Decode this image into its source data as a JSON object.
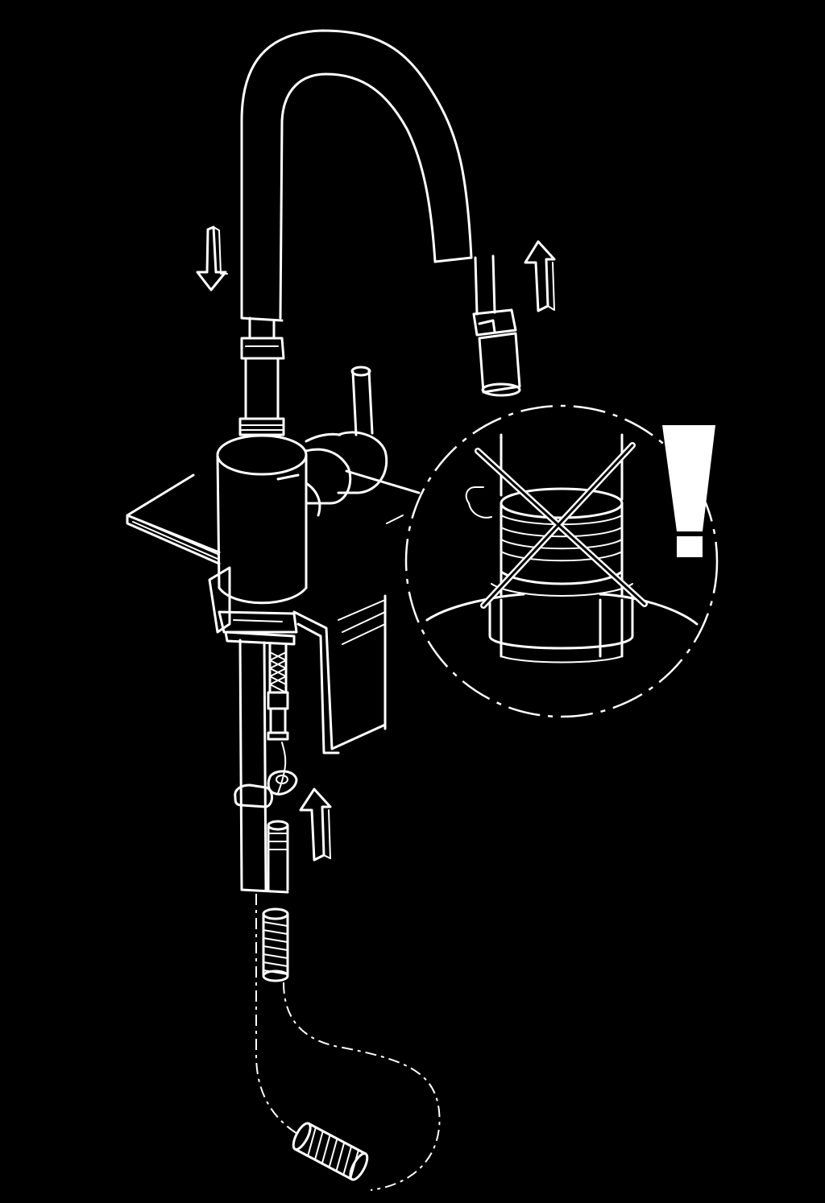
{
  "diagram": {
    "parts": [
      "spout-hose",
      "connector",
      "lever-handle",
      "faucet-body",
      "countertop",
      "sink-basin",
      "mounting-nut",
      "threaded-shank",
      "hose-guide-clip",
      "hose-weight-spring",
      "hose-loop"
    ],
    "arrows": [
      {
        "id": "arrow-down",
        "direction": "down"
      },
      {
        "id": "arrow-up-right",
        "direction": "up"
      },
      {
        "id": "arrow-up-bottom",
        "direction": "up"
      }
    ],
    "detail_callout": {
      "meaning": "incorrect-assembly",
      "symbol": "warning-exclamation"
    },
    "colors": {
      "background": "#000000",
      "line": "#ffffff"
    }
  }
}
